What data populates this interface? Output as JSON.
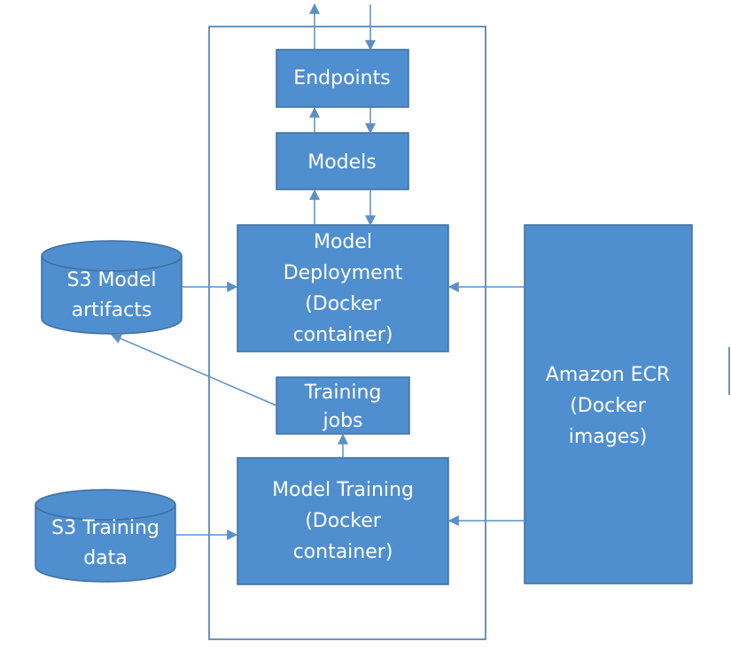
{
  "diagram": {
    "nodes": {
      "endpoints": {
        "label": "Endpoints"
      },
      "models": {
        "label": "Models"
      },
      "model_deployment": {
        "lines": [
          "Model",
          "Deployment",
          "(Docker",
          "container)"
        ]
      },
      "training_jobs": {
        "lines": [
          "Training",
          "jobs"
        ]
      },
      "model_training": {
        "lines": [
          "Model Training",
          "(Docker",
          "container)"
        ]
      },
      "s3_model_artifacts": {
        "lines": [
          "S3 Model",
          "artifacts"
        ]
      },
      "s3_training_data": {
        "lines": [
          "S3 Training",
          "data"
        ]
      },
      "amazon_ecr": {
        "lines": [
          "Amazon ECR",
          "(Docker",
          "images)"
        ]
      }
    },
    "colors": {
      "node_fill": "#4f8fcf",
      "node_stroke": "#3f6f9f",
      "arrow": "#5b8fc6",
      "container_border": "#3f6f9f"
    }
  }
}
